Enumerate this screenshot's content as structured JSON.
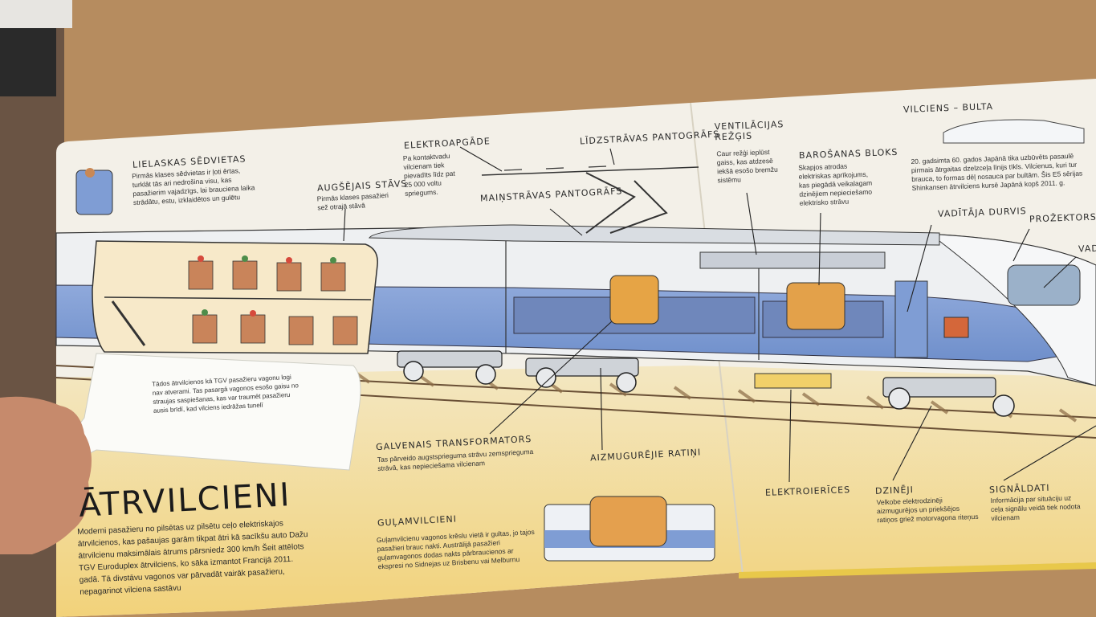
{
  "seat": {
    "title": "Lielaskas sēdvietas",
    "text": "Pirmās klases sēdvietas ir ļoti ērtas, turklāt tās ari nedrošina visu, kas pasažierim vajadzīgs, lai brauciena laika strādātu, estu, izklaidētos un gulētu"
  },
  "upper_deck": {
    "title": "Augšējais stāvs",
    "text": "Pirmās klases pasažieri sež otrajā stāvā"
  },
  "power": {
    "title": "Elektroapgāde",
    "text": "Pa kontaktvadu vilcienam tiek pievadīts līdz pat 25 000 voltu spriegums."
  },
  "dc_pantograph": {
    "title": "Līdzstrāvas pantogrāfs"
  },
  "ac_pantograph": {
    "title": "Maiņstrāvas pantogrāfs"
  },
  "vent": {
    "title": "Ventilācijas režģis",
    "text": "Caur režģi ieplūst gaiss, kas atdzesē iekšā esošo bremžu sistēmu"
  },
  "power_block": {
    "title": "Barošanas bloks",
    "text": "Skapjos atrodas elektriskas aprīkojums, kas piegādā veikalagam dzinējiem nepieciešamo elektrisko strāvu"
  },
  "bullet": {
    "title": "Vilciens – bulta",
    "text": "20. gadsimta 60. gados Japānā tika uzbūvēts pasaulē pirmais ātrgaitas dzelzceļa līnijs tīkls. Vilcienus, kuri tur brauca, to formas dēļ nosauca par bultām. Šis E5 sērijas Shinkansen ātrvilciens kursē Japānā kopš 2011. g."
  },
  "driver_door": {
    "title": "Vadītāja durvis"
  },
  "headlight": {
    "title": "Prožektors"
  },
  "cab_edge": {
    "title": "Vadī"
  },
  "flap": {
    "text": "Tādos ātrvilcienos kā TGV pasažieru vagonu logi nav atverami. Tas pasargā vagonos esošo gaisu no straujas saspiešanas, kas var traumēt pasažieru ausis brīdī, kad vilciens iedrāžas tunelī"
  },
  "transformer": {
    "title": "Galvenais transformators",
    "text": "Tas pārveido augstsprieguma strāvu zemsprieguma strāvā, kas nepieciešama vilcienam"
  },
  "bogies": {
    "title": "Aizmugurējie ratiņi"
  },
  "electronics": {
    "title": "Elektroierīces"
  },
  "engines": {
    "title": "Dzinēji",
    "text": "Velkobe elektrodzinēji aizmugurējos un priekšējos ratiņos griež motorvagona riteņus"
  },
  "signal": {
    "title": "Signāldati",
    "text": "Informācija par situāciju uz ceļa signālu veidā tiek nodota vilcienam"
  },
  "main": {
    "title": "Ātrvilcieni",
    "text": "Moderni pasažieru no pilsētas uz pilsētu ceļo elektriskajos ātrvilcienos, kas pašaujas garām tikpat ātri kā sacīkšu auto Dažu ātrvilcienu maksimālais ātrums pārsniedz 300 km/h Šeit attēlots TGV Euroduplex ātrvilciens, ko sāka izmantot Francijā 2011. gadā. Tā divstāvu vagonos var pārvadāt vairāk pasažieru, nepagarinot vilciena sastāvu"
  },
  "sleeper": {
    "title": "Guļamvilcieni",
    "text": "Guļamvilcienu vagonos krēslu vietā ir gultas, jo tajos pasažieri brauc nakti. Austrālijā pasažieri guļamvagonos dodas nakts pārbraucienos ar ekspresi no Sidnejas uz Brisbenu vai Melburnu"
  },
  "colors": {
    "paper": "#f2efe6",
    "table": "#b98f62",
    "train_blue": "#7f9dd4",
    "train_white": "#e9ecef",
    "sand": "#f1d88a"
  }
}
